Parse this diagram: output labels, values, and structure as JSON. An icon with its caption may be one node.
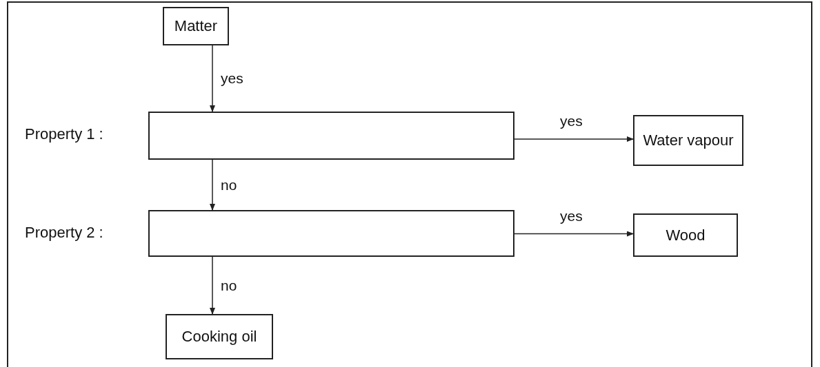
{
  "diagram": {
    "nodes": [
      {
        "text": [
          "Matter"
        ]
      },
      {
        "text": [],
        "shape": "box",
        "beside": [
          "Property 1 :"
        ]
      },
      {
        "text": [
          "Water vapour"
        ]
      },
      {
        "text": [],
        "shape": "box",
        "beside": [
          "Property 2 :"
        ]
      },
      {
        "text": [
          "Wood"
        ]
      },
      {
        "text": [
          "Cooking oil"
        ]
      }
    ],
    "edges": [
      {
        "from": 0,
        "to": 1,
        "arrow": "to",
        "label": "yes"
      },
      {
        "from": 1,
        "to": 2,
        "arrow": "to",
        "label": "yes"
      },
      {
        "from": 1,
        "to": 3,
        "arrow": "to",
        "label": "no"
      },
      {
        "from": 3,
        "to": 4,
        "arrow": "to",
        "label": "yes"
      },
      {
        "from": 3,
        "to": 5,
        "arrow": "to",
        "label": "no"
      }
    ]
  }
}
